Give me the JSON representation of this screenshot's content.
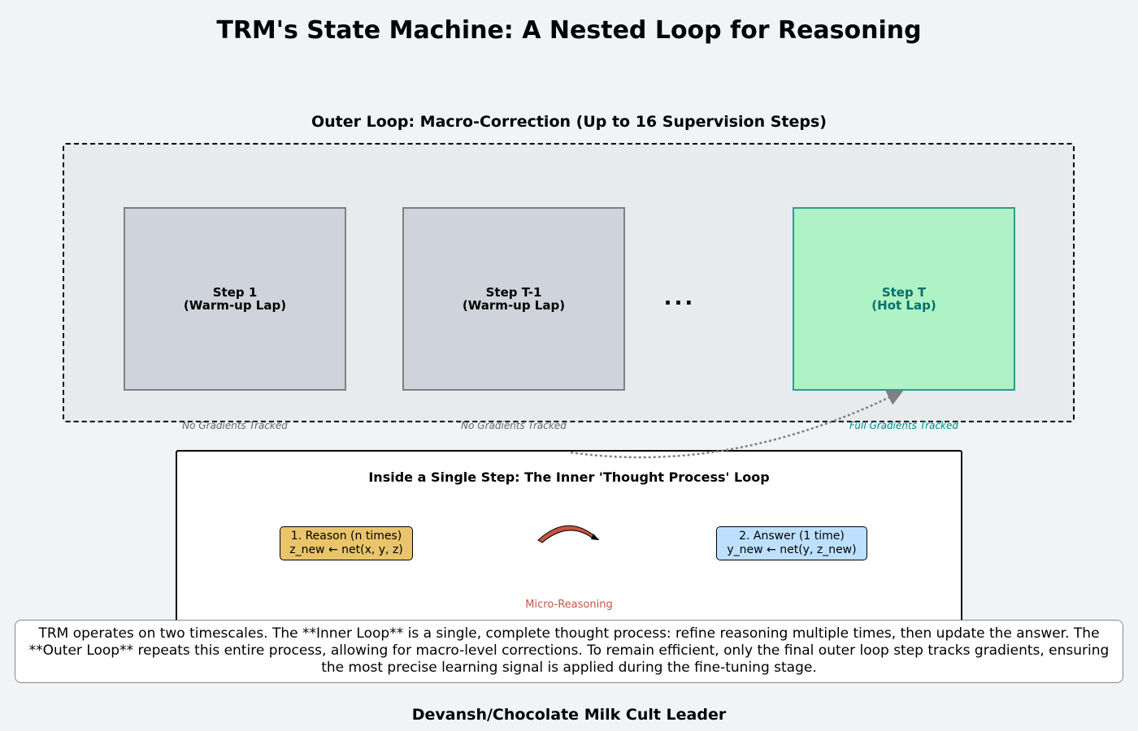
{
  "title": "TRM's State Machine: A Nested Loop for Reasoning",
  "outer_loop": {
    "title": "Outer Loop: Macro-Correction (Up to 16 Supervision Steps)",
    "steps": [
      {
        "label": "Step 1\n(Warm-up Lap)",
        "note": "No Gradients Tracked"
      },
      {
        "label": "Step T-1\n(Warm-up Lap)",
        "note": "No Gradients Tracked"
      },
      {
        "label": "Step T\n(Hot Lap)",
        "note": "Full Gradients Tracked"
      }
    ],
    "ellipsis": "..."
  },
  "inner_loop": {
    "title": "Inside a Single Step: The Inner 'Thought Process' Loop",
    "reason": "1. Reason (n times)\nz_new ← net(x, y, z)",
    "answer": "2. Answer (1 time)\ny_new ← net(y, z_new)",
    "arrow_label": "Micro-Reasoning"
  },
  "caption": "TRM operates on two timescales. The **Inner Loop** is a single, complete thought process: refine reasoning multiple times, then update the answer. The **Outer Loop** repeats this entire process, allowing for macro-level corrections. To remain efficient, only the final outer loop step tracks gradients, ensuring the most precise learning signal is applied during the fine-tuning stage.",
  "credit": "Devansh/Chocolate Milk Cult Leader",
  "colors": {
    "warmup_fill": "#cfd4dc",
    "hot_fill": "#aef2c5",
    "hot_border": "#2a9d8f",
    "reason_fill": "#e9c46a",
    "answer_fill": "#bde0fe",
    "micro_arrow": "#c8553d"
  }
}
